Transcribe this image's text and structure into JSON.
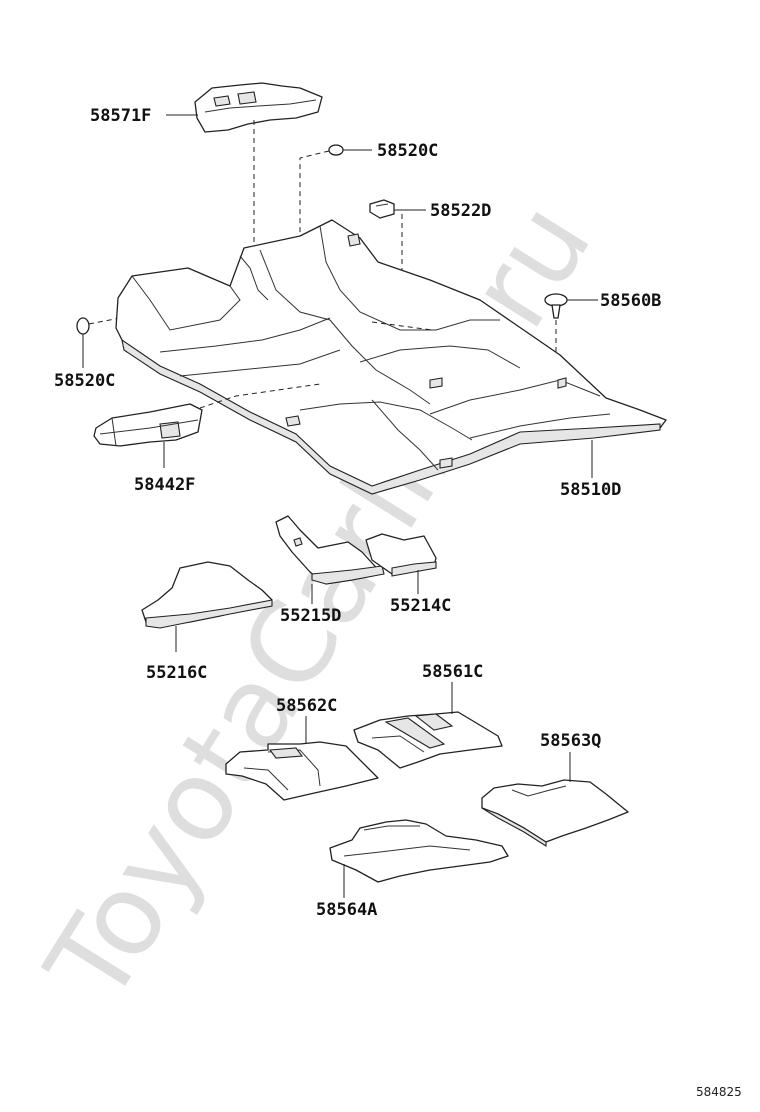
{
  "watermark": "ToyotaCarline.ru",
  "diagram_id": "584825",
  "parts": {
    "p58571F": "58571F",
    "p58520C_top": "58520C",
    "p58522D": "58522D",
    "p58560B": "58560B",
    "p58520C_left": "58520C",
    "p58442F": "58442F",
    "p58510D": "58510D",
    "p55215D": "55215D",
    "p55214C": "55214C",
    "p55216C": "55216C",
    "p58561C": "58561C",
    "p58562C": "58562C",
    "p58563Q": "58563Q",
    "p58564A": "58564A"
  }
}
